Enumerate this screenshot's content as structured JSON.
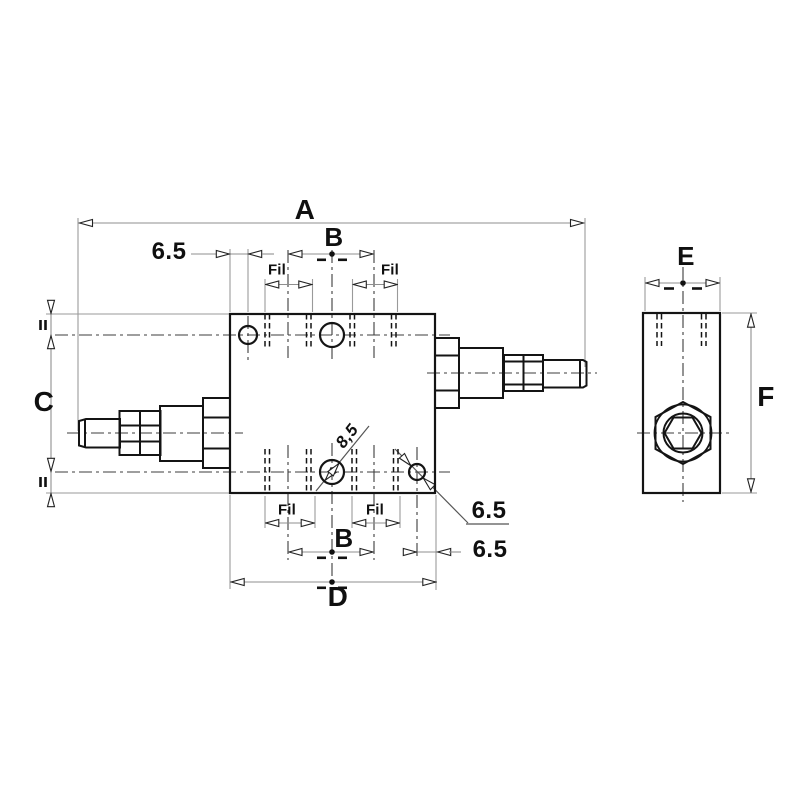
{
  "drawing": {
    "kind": "valve-block-technical-drawing",
    "labels": {
      "dim_a": "A",
      "dim_b": "B",
      "dim_c": "C",
      "dim_d": "D",
      "dim_e": "E",
      "dim_f": "F",
      "offset_top": "6.5",
      "hole_small_diameter": "6.5",
      "offset_bottom": "6.5",
      "hole_large_diameter": "8,5",
      "thread_mark": "Fil"
    },
    "colors": {
      "part_line": "#141414",
      "dimension_line": "#8f8f8f",
      "centerline": "#3c3c3c",
      "background": "#ffffff"
    }
  }
}
